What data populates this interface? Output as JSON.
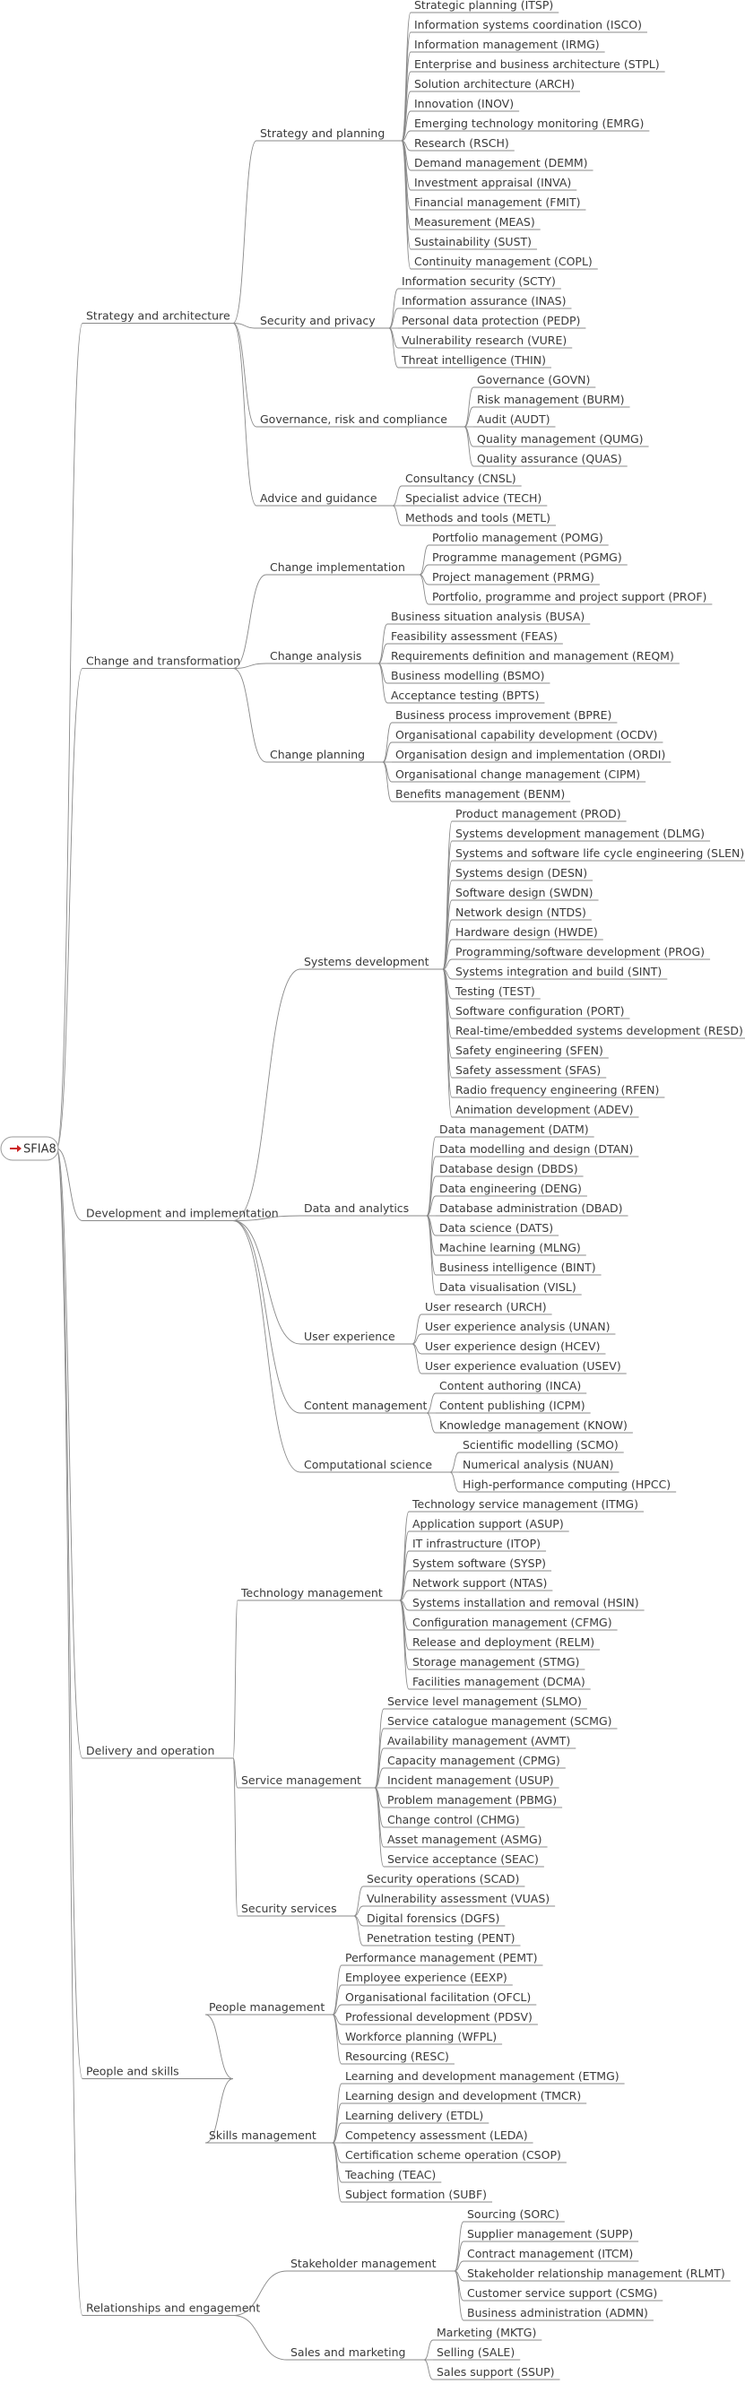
{
  "mindmap": {
    "root": {
      "label": "SFIA8",
      "icon": "red-arrow-icon",
      "accent": "#cc2222"
    },
    "line_color": "#8a8a8a",
    "text_color": "#3a3a3a",
    "categories": [
      {
        "label": "Strategy and architecture",
        "subcategories": [
          {
            "label": "Strategy and planning",
            "skills": [
              "Strategic planning (ITSP)",
              "Information systems coordination (ISCO)",
              "Information management (IRMG)",
              "Enterprise and business architecture (STPL)",
              "Solution architecture (ARCH)",
              "Innovation (INOV)",
              "Emerging technology monitoring (EMRG)",
              "Research (RSCH)",
              "Demand management (DEMM)",
              "Investment appraisal (INVA)",
              "Financial management (FMIT)",
              "Measurement (MEAS)",
              "Sustainability (SUST)",
              "Continuity management (COPL)"
            ]
          },
          {
            "label": "Security and privacy",
            "skills": [
              "Information security (SCTY)",
              "Information assurance (INAS)",
              "Personal data protection (PEDP)",
              "Vulnerability research (VURE)",
              "Threat intelligence (THIN)"
            ]
          },
          {
            "label": "Governance, risk and compliance",
            "skills": [
              "Governance (GOVN)",
              "Risk management (BURM)",
              "Audit (AUDT)",
              "Quality management (QUMG)",
              "Quality assurance (QUAS)"
            ]
          },
          {
            "label": "Advice and guidance",
            "skills": [
              "Consultancy (CNSL)",
              "Specialist advice (TECH)",
              "Methods and tools (METL)"
            ]
          }
        ]
      },
      {
        "label": "Change and transformation",
        "subcategories": [
          {
            "label": "Change implementation",
            "skills": [
              "Portfolio management (POMG)",
              "Programme management (PGMG)",
              "Project management (PRMG)",
              "Portfolio, programme and project support (PROF)"
            ]
          },
          {
            "label": "Change analysis",
            "skills": [
              "Business situation analysis (BUSA)",
              "Feasibility assessment (FEAS)",
              "Requirements definition and management (REQM)",
              "Business modelling (BSMO)",
              "Acceptance testing (BPTS)"
            ]
          },
          {
            "label": "Change planning",
            "skills": [
              "Business process improvement (BPRE)",
              "Organisational capability development (OCDV)",
              "Organisation design and implementation (ORDI)",
              "Organisational change management (CIPM)",
              "Benefits management (BENM)"
            ]
          }
        ]
      },
      {
        "label": "Development and implementation",
        "subcategories": [
          {
            "label": "Systems development",
            "skills": [
              "Product management (PROD)",
              "Systems development management (DLMG)",
              "Systems and software life cycle engineering (SLEN)",
              "Systems design (DESN)",
              "Software design (SWDN)",
              "Network design (NTDS)",
              "Hardware design (HWDE)",
              "Programming/software development (PROG)",
              "Systems integration and build (SINT)",
              "Testing (TEST)",
              "Software configuration (PORT)",
              "Real-time/embedded systems development (RESD)",
              "Safety engineering (SFEN)",
              "Safety assessment (SFAS)",
              "Radio frequency engineering (RFEN)",
              "Animation development (ADEV)"
            ]
          },
          {
            "label": "Data and analytics",
            "skills": [
              "Data management (DATM)",
              "Data modelling and design (DTAN)",
              "Database design (DBDS)",
              "Data engineering (DENG)",
              "Database administration (DBAD)",
              "Data science (DATS)",
              "Machine learning (MLNG)",
              "Business intelligence (BINT)",
              "Data visualisation (VISL)"
            ]
          },
          {
            "label": "User experience",
            "skills": [
              "User research (URCH)",
              "User experience analysis (UNAN)",
              "User experience design (HCEV)",
              "User experience evaluation (USEV)"
            ]
          },
          {
            "label": "Content management",
            "skills": [
              "Content authoring (INCA)",
              "Content publishing (ICPM)",
              "Knowledge management (KNOW)"
            ]
          },
          {
            "label": "Computational science",
            "skills": [
              "Scientific modelling (SCMO)",
              "Numerical analysis (NUAN)",
              "High-performance computing (HPCC)"
            ]
          }
        ]
      },
      {
        "label": "Delivery and operation",
        "subcategories": [
          {
            "label": "Technology management",
            "skills": [
              "Technology service management (ITMG)",
              "Application support (ASUP)",
              "IT infrastructure (ITOP)",
              "System software (SYSP)",
              "Network support (NTAS)",
              "Systems installation and removal (HSIN)",
              "Configuration management (CFMG)",
              "Release and deployment (RELM)",
              "Storage management (STMG)",
              "Facilities management (DCMA)"
            ]
          },
          {
            "label": "Service management",
            "skills": [
              "Service level management (SLMO)",
              "Service catalogue management (SCMG)",
              "Availability management (AVMT)",
              "Capacity management (CPMG)",
              "Incident management (USUP)",
              "Problem management (PBMG)",
              "Change control (CHMG)",
              "Asset management (ASMG)",
              "Service acceptance (SEAC)"
            ]
          },
          {
            "label": "Security services",
            "skills": [
              "Security operations (SCAD)",
              "Vulnerability assessment (VUAS)",
              "Digital forensics (DGFS)",
              "Penetration testing (PENT)"
            ]
          }
        ]
      },
      {
        "label": "People and skills",
        "subcategories": [
          {
            "label": "People management",
            "skills": [
              "Performance management (PEMT)",
              "Employee experience (EEXP)",
              "Organisational facilitation (OFCL)",
              "Professional development (PDSV)",
              "Workforce planning (WFPL)",
              "Resourcing (RESC)"
            ]
          },
          {
            "label": "Skills management",
            "skills": [
              "Learning and development management (ETMG)",
              "Learning design and development (TMCR)",
              "Learning delivery (ETDL)",
              "Competency assessment (LEDA)",
              "Certification scheme operation (CSOP)",
              "Teaching (TEAC)",
              "Subject formation (SUBF)"
            ]
          }
        ]
      },
      {
        "label": "Relationships and engagement",
        "subcategories": [
          {
            "label": "Stakeholder management",
            "skills": [
              "Sourcing (SORC)",
              "Supplier management (SUPP)",
              "Contract management (ITCM)",
              "Stakeholder relationship management (RLMT)",
              "Customer service support (CSMG)",
              "Business administration (ADMN)"
            ]
          },
          {
            "label": "Sales and marketing",
            "skills": [
              "Marketing (MKTG)",
              "Selling (SALE)",
              "Sales support (SSUP)"
            ]
          }
        ]
      }
    ]
  }
}
